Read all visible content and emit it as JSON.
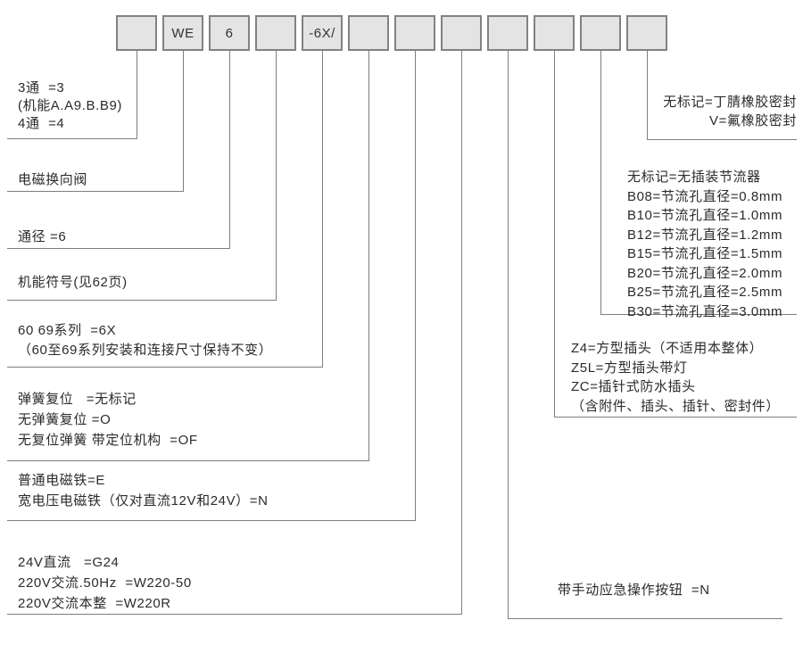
{
  "boxes": [
    "",
    "WE",
    "6",
    "",
    "-6X/",
    "",
    "",
    "",
    "",
    "",
    "",
    ""
  ],
  "left_blocks": [
    {
      "name": "ways",
      "lines": [
        "3通  =3",
        "(机能A.A9.B.B9)",
        "4通  =4"
      ]
    },
    {
      "name": "valve-type",
      "lines": [
        "电磁换向阀"
      ]
    },
    {
      "name": "nominal-size",
      "lines": [
        "通径 =6"
      ]
    },
    {
      "name": "spool-symbol",
      "lines": [
        "机能符号(见62页)"
      ]
    },
    {
      "name": "series",
      "lines": [
        "60 69系列  =6X",
        "（60至69系列安装和连接尺寸保持不变）"
      ]
    },
    {
      "name": "spring-return",
      "lines": [
        "弹簧复位   =无标记",
        "无弹簧复位 =O",
        "无复位弹簧 带定位机构  =OF"
      ]
    },
    {
      "name": "solenoid-type",
      "lines": [
        "普通电磁铁=E",
        "宽电压电磁铁（仅对直流12V和24V）=N"
      ]
    },
    {
      "name": "voltage",
      "lines": [
        "24V直流   =G24",
        "220V交流.50Hz  =W220-50",
        "220V交流本整  =W220R"
      ]
    }
  ],
  "right_blocks": [
    {
      "name": "seal-material",
      "lines": [
        "无标记=丁腈橡胶密封",
        "V=氟橡胶密封"
      ]
    },
    {
      "name": "throttle-insert",
      "lines": [
        "无标记=无插装节流器",
        "B08=节流孔直径=0.8mm",
        "B10=节流孔直径=1.0mm",
        "B12=节流孔直径=1.2mm",
        "B15=节流孔直径=1.5mm",
        "B20=节流孔直径=2.0mm",
        "B25=节流孔直径=2.5mm",
        "B30=节流孔直径=3.0mm"
      ]
    },
    {
      "name": "connector-type",
      "lines": [
        "Z4=方型插头（不适用本整体）",
        "Z5L=方型插头带灯",
        "ZC=插针式防水插头",
        "（含附件、插头、插针、密封件）"
      ]
    },
    {
      "name": "manual-override",
      "lines": [
        "带手动应急操作按钮  =N"
      ]
    }
  ],
  "colors": {
    "box_fill": "#e4e4e4",
    "box_border": "#828282",
    "line": "#7e7e7e",
    "text": "#2b2b2b",
    "background": "#ffffff"
  }
}
